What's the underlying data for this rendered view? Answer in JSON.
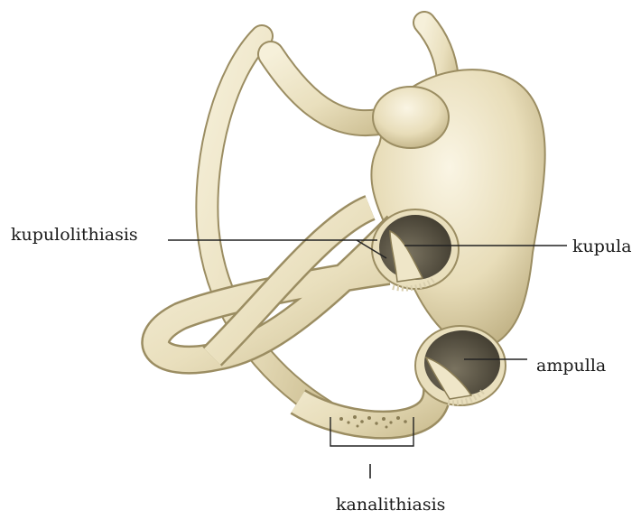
{
  "labels": {
    "kupulolithiasis": "kupulolithiasis",
    "kupula": "kupula",
    "ampulla": "ampulla",
    "kanalithiasis": "kanalithiasis"
  },
  "colors": {
    "bone_fill": "#efe6c8",
    "bone_shadow": "#c9bb8e",
    "outline": "#9b8d62",
    "cavity": "#4f4a3c",
    "leader": "#222222"
  }
}
